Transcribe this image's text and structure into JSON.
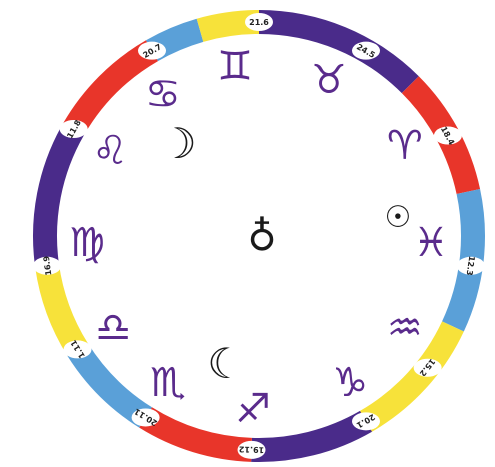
{
  "colors": {
    "red": "#e8352a",
    "yellow": "#f7e23a",
    "blue": "#5aa0d8",
    "purple": "#4a2b8a",
    "glyph": "#6a2f95",
    "ink": "#1a1a1a"
  },
  "segments": [
    {
      "color": "purple",
      "start_deg": 0,
      "end_deg": 45
    },
    {
      "color": "red",
      "start_deg": 45,
      "end_deg": 78
    },
    {
      "color": "blue",
      "start_deg": 78,
      "end_deg": 115
    },
    {
      "color": "yellow",
      "start_deg": 115,
      "end_deg": 150
    },
    {
      "color": "purple",
      "start_deg": 150,
      "end_deg": 182
    },
    {
      "color": "red",
      "start_deg": 182,
      "end_deg": 212
    },
    {
      "color": "blue",
      "start_deg": 212,
      "end_deg": 238
    },
    {
      "color": "yellow",
      "start_deg": 238,
      "end_deg": 262
    },
    {
      "color": "purple",
      "start_deg": 262,
      "end_deg": 300
    },
    {
      "color": "red",
      "start_deg": 300,
      "end_deg": 330
    },
    {
      "color": "blue",
      "start_deg": 330,
      "end_deg": 344
    },
    {
      "color": "yellow",
      "start_deg": 344,
      "end_deg": 360
    }
  ],
  "date_labels": [
    {
      "text": "21.6",
      "angle": 0
    },
    {
      "text": "24.5",
      "angle": 30
    },
    {
      "text": "18.4",
      "angle": 62
    },
    {
      "text": "12.3",
      "angle": 98
    },
    {
      "text": "15.2",
      "angle": 128
    },
    {
      "text": "20.1",
      "angle": 150
    },
    {
      "text": "19.12",
      "angle": 182
    },
    {
      "text": "20.11",
      "angle": 212
    },
    {
      "text": "1.11",
      "angle": 238
    },
    {
      "text": "16.9",
      "angle": 262
    },
    {
      "text": "11.8",
      "angle": 300
    },
    {
      "text": "20.7",
      "angle": 330
    }
  ],
  "zodiac": [
    {
      "name": "gemini",
      "symbol": "♊",
      "angle": 352
    },
    {
      "name": "taurus",
      "symbol": "♉",
      "angle": 24
    },
    {
      "name": "aries",
      "symbol": "♈",
      "angle": 58
    },
    {
      "name": "pisces",
      "symbol": "♓",
      "angle": 92
    },
    {
      "name": "aquarius",
      "symbol": "♒",
      "angle": 122
    },
    {
      "name": "capricorn",
      "symbol": "♑",
      "angle": 148
    },
    {
      "name": "sagittarius",
      "symbol": "♐",
      "angle": 182
    },
    {
      "name": "scorpio",
      "symbol": "♏",
      "angle": 212
    },
    {
      "name": "libra",
      "symbol": "♎",
      "angle": 238
    },
    {
      "name": "virgo",
      "symbol": "♍",
      "angle": 268
    },
    {
      "name": "leo",
      "symbol": "♌",
      "angle": 300
    },
    {
      "name": "cancer",
      "symbol": "♋",
      "angle": 326
    }
  ],
  "planets": [
    {
      "name": "earth",
      "symbol": "♁"
    },
    {
      "name": "sun",
      "symbol": "☉"
    },
    {
      "name": "moon-waxing",
      "symbol": "☽"
    },
    {
      "name": "moon-waning",
      "symbol": "☾"
    }
  ]
}
